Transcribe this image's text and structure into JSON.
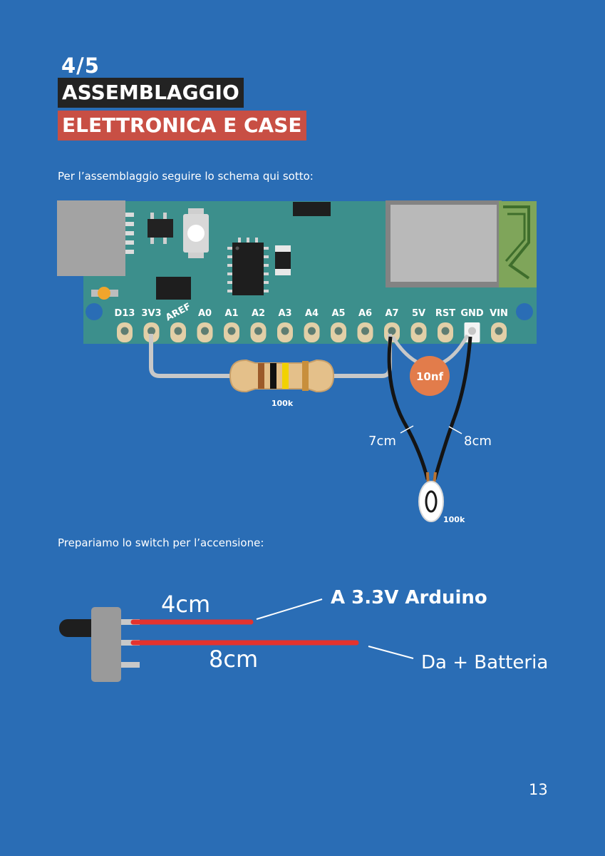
{
  "header": {
    "step": "4/5",
    "title_line1": "ASSEMBLAGGIO",
    "title_line2": "ELETTRONICA E CASE"
  },
  "intro_schematic": "Per l’assemblaggio seguire lo schema qui sotto:",
  "schematic": {
    "pins": [
      "D13",
      "3V3",
      "AREF",
      "A0",
      "A1",
      "A2",
      "A3",
      "A4",
      "A5",
      "A6",
      "A7",
      "5V",
      "RST",
      "GND",
      "VIN"
    ],
    "resistor_label": "100k",
    "capacitor_label": "10nf",
    "wire_left_length": "7cm",
    "wire_right_length": "8cm",
    "sensor_label": "100k"
  },
  "intro_switch": "Prepariamo lo switch per l’accensione:",
  "switch_diagram": {
    "wire_short_length": "4cm",
    "wire_long_length": "8cm",
    "label_to_arduino": "A 3.3V Arduino",
    "label_from_battery": "Da + Batteria"
  },
  "colors": {
    "page_background": "#2a6db5",
    "title_dark": "#232323",
    "title_red": "#c84f44",
    "board": "#3c8f8c",
    "red_wire": "#e4332e"
  },
  "page_number": "13"
}
